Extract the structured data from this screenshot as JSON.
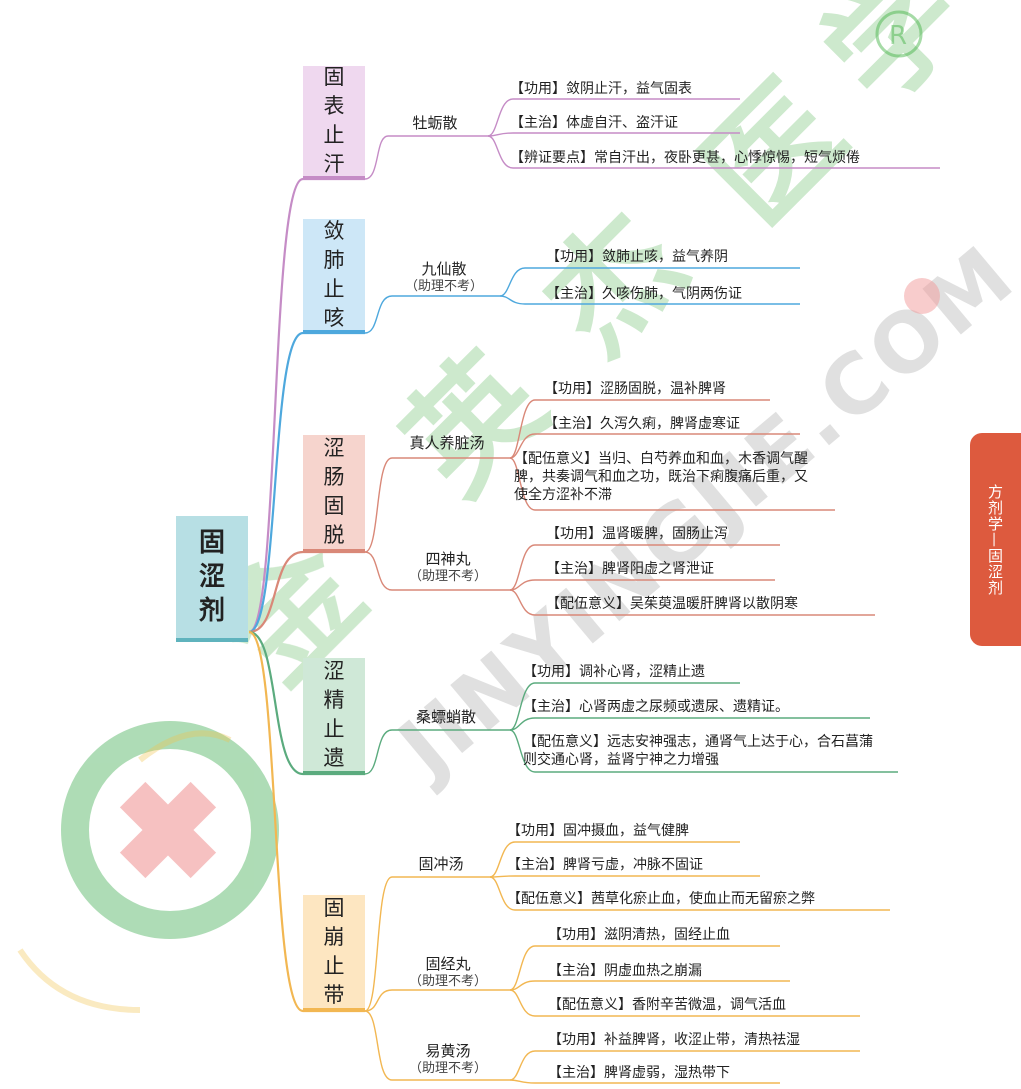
{
  "root": {
    "label": "固\n涩\n剂"
  },
  "side_tab": "方剂学—固涩剂",
  "watermark": {
    "text": "JINYINGJIE.COM",
    "brand": "金英杰医学"
  },
  "categories": [
    {
      "label": "固表止汗",
      "color": "#c58cc6",
      "fill": "#efd8ef"
    },
    {
      "label": "敛肺止咳",
      "color": "#4ea8dd",
      "fill": "#cde7f7"
    },
    {
      "label": "涩肠固脱",
      "color": "#d98878",
      "fill": "#f6d4cd"
    },
    {
      "label": "涩精止遗",
      "color": "#5bab7e",
      "fill": "#cfe8d7"
    },
    {
      "label": "固崩止带",
      "color": "#f2b752",
      "fill": "#fde6c1"
    }
  ],
  "formulas": {
    "f0": {
      "name": "牡蛎散",
      "note": ""
    },
    "f1": {
      "name": "九仙散",
      "note": "（助理不考）"
    },
    "f2": {
      "name": "真人养脏汤",
      "note": ""
    },
    "f3": {
      "name": "四神丸",
      "note": "（助理不考）"
    },
    "f4": {
      "name": "桑螵蛸散",
      "note": ""
    },
    "f5": {
      "name": "固冲汤",
      "note": ""
    },
    "f6": {
      "name": "固经丸",
      "note": "（助理不考）"
    },
    "f7": {
      "name": "易黄汤",
      "note": "（助理不考）"
    }
  },
  "leaves": {
    "l0": "【功用】敛阴止汗，益气固表",
    "l1": "【主治】体虚自汗、盗汗证",
    "l2": "【辨证要点】常自汗出，夜卧更甚，心悸惊惕，短气烦倦",
    "l3": "【功用】敛肺止咳，益气养阴",
    "l4": "【主治】久咳伤肺，气阴两伤证",
    "l5": "【功用】涩肠固脱，温补脾肾",
    "l6": "【主治】久泻久痢，脾肾虚寒证",
    "l7": "【配伍意义】当归、白芍养血和血，木香调气醒脾，共奏调气和血之功，既治下痢腹痛后重，又使全方涩补不滞",
    "l8": "【功用】温肾暖脾，固肠止泻",
    "l9": "【主治】脾肾阳虚之肾泄证",
    "l10": "【配伍意义】吴茱萸温暖肝脾肾以散阴寒",
    "l11": "【功用】调补心肾，涩精止遗",
    "l12": "【主治】心肾两虚之尿频或遗尿、遗精证。",
    "l13": "【配伍意义】远志安神强志，通肾气上达于心，合石菖蒲则交通心肾，益肾宁神之力增强",
    "l14": "【功用】固冲摄血，益气健脾",
    "l15": "【主治】脾肾亏虚，冲脉不固证",
    "l16": "【配伍意义】茜草化瘀止血，使血止而无留瘀之弊",
    "l17": "【功用】滋阴清热，固经止血",
    "l18": "【主治】阴虚血热之崩漏",
    "l19": "【配伍意义】香附辛苦微温，调气活血",
    "l20": "【功用】补益脾肾，收涩止带，清热祛湿",
    "l21": "【主治】脾肾虚弱，湿热带下"
  }
}
